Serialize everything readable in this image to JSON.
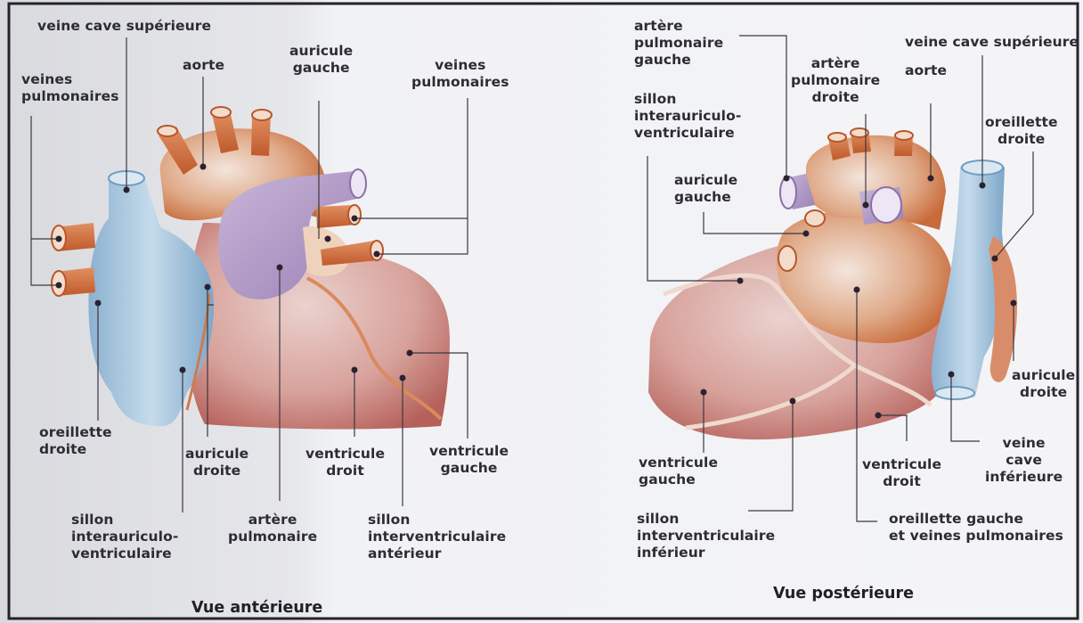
{
  "colors": {
    "paper": "#eeeff3",
    "vein_blue": "#a9c6de",
    "artery_red": "#d07040",
    "muscle_pink": "#d9a09c",
    "pulmonary_purple": "#b7a1c9",
    "label_text": "#2d2b33"
  },
  "anterior": {
    "caption": "Vue antérieure",
    "labels": {
      "vcs": "veine cave supérieure",
      "veines_pulm_left": "veines\npulmonaires",
      "aorte": "aorte",
      "auricule_gauche": "auricule\ngauche",
      "veines_pulm_right": "veines\npulmonaires",
      "oreillette_droite": "oreillette\ndroite",
      "auricule_droite": "auricule\ndroite",
      "ventricule_droit": "ventricule\ndroit",
      "ventricule_gauche": "ventricule\ngauche",
      "sillon_ia": "sillon\ninterauriculo-\nventriculaire",
      "artere_pulm": "artère\npulmonaire",
      "sillon_iv": "sillon\ninterventriculaire\nantérieur"
    }
  },
  "posterior": {
    "caption": "Vue postérieure",
    "labels": {
      "artere_pulm_gauche": "artère\npulmonaire\ngauche",
      "artere_pulm_droite": "artère\npulmonaire\ndroite",
      "vcs": "veine cave supérieure",
      "aorte": "aorte",
      "oreillette_droite": "oreillette\ndroite",
      "sillon_ia": "sillon\ninterauriculo-\nventriculaire",
      "auricule_gauche": "auricule\ngauche",
      "auricule_droite": "auricule\ndroite",
      "veine_cave_inf": "veine\ncave\ninférieure",
      "ventricule_gauche": "ventricule\ngauche",
      "ventricule_droit": "ventricule\ndroit",
      "oreillette_gauche": "oreillette gauche\net veines pulmonaires",
      "sillon_iv": "sillon\ninterventriculaire\ninférieur"
    }
  }
}
